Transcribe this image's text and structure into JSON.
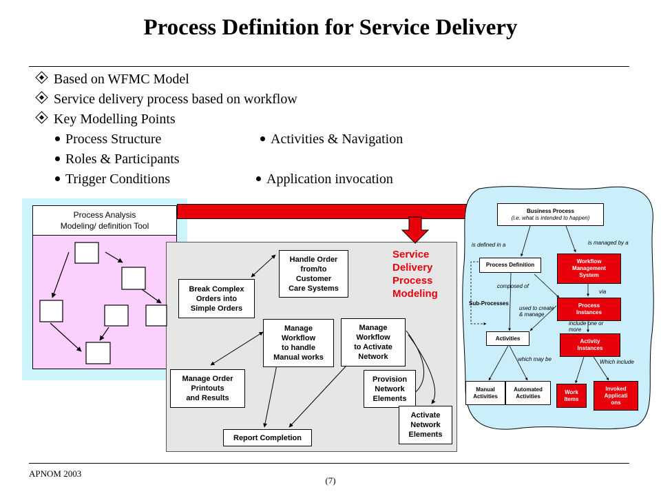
{
  "title": "Process Definition for Service Delivery",
  "bullets": [
    "Based on WFMC Model",
    "Service delivery process based on workflow",
    "Key Modelling Points"
  ],
  "sub_points": [
    "Process Structure",
    "Activities & Navigation",
    "Roles & Participants",
    "Trigger Conditions",
    "Application invocation"
  ],
  "tool": {
    "title": "Process Analysis\nModeling/ definition Tool"
  },
  "sdpm": {
    "label": "Service\nDelivery\nProcess\nModeling",
    "boxes": {
      "handle_order": "Handle Order\nfrom/to\n      Customer\nCare Systems",
      "break_complex": "Break Complex\n  Orders into\nSimple Orders",
      "manage_manual": "Manage\nWorkflow\n  to handle\nManual works",
      "manage_activate": "Manage\nWorkflow\n  to Activate\nNetwork",
      "manage_printouts": "Manage Order\nPrintouts\n  and Results",
      "provision": "Provision\nNetwork\nElements",
      "report": "Report Completion",
      "activate": "Activate\nNetwork\nElements"
    }
  },
  "wfmc": {
    "business_process": "Business Process",
    "business_process_sub": "(i.e.  what is intended to happen)",
    "process_definition": "Process Definition",
    "wms": "Workflow\nManagement\nSystem",
    "process_instances": "Process\nInstances",
    "activity_instances": "Activity\nInstances",
    "activities": "Activities",
    "manual_activities": "Manual\nActivities",
    "automated_activities": "Automated\nActivities",
    "work_items": "Work\nItems",
    "invoked_apps": "Invoked\nApplicati\nons",
    "sub_processes": "Sub-Processes",
    "lbl_defined": "is defined  in a",
    "lbl_managed": "is managed  by a",
    "lbl_composed": "composed  of",
    "lbl_used": "used to create\n& manage",
    "lbl_via": "via",
    "lbl_include": "include one or\nmore",
    "lbl_which_may": "which may  be",
    "lbl_which_include": "Which include"
  },
  "footer": {
    "org": "APNOM 2003",
    "page": "(7)"
  },
  "colors": {
    "red": "#e8000b",
    "sky": "#cdf3fb",
    "pink": "#fcd0fc",
    "panel": "#e6e6e6",
    "blob": "#cbeefb"
  }
}
